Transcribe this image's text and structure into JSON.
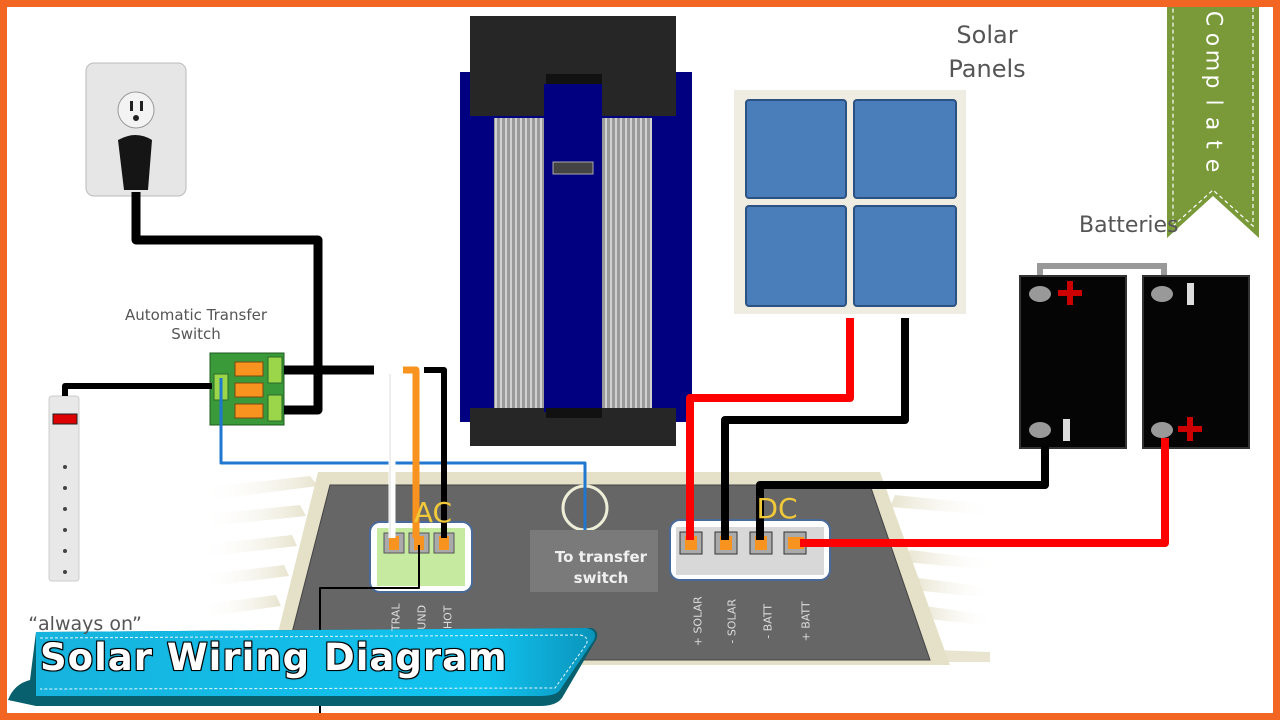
{
  "title": "Solar Wiring Diagram",
  "ribbon": {
    "label": "Complate",
    "letters": [
      "C",
      "o",
      "m",
      "p",
      "l",
      "a",
      "t",
      "e"
    ],
    "color": "#7a9a3a"
  },
  "labels": {
    "solar_panels": [
      "Solar",
      "Panels"
    ],
    "batteries": "Batteries",
    "transfer_switch": [
      "Automatic Transfer",
      "Switch"
    ],
    "always_on": "“always on”",
    "to_transfer_switch": [
      "To transfer",
      "switch"
    ],
    "ac_block": "AC",
    "dc_block": "DC",
    "ac_terminals": [
      "NEUTRAL",
      "GROUND",
      "HOT"
    ],
    "ac_terminals_visible": [
      "TRAL",
      "UND",
      "HOT"
    ],
    "dc_terminals": [
      "+ SOLAR",
      "- SOLAR",
      "- BATT",
      "+ BATT"
    ]
  },
  "components": [
    {
      "id": "wall-outlet",
      "name": "Wall outlet with plug"
    },
    {
      "id": "power-strip",
      "name": "Power strip (always on)"
    },
    {
      "id": "transfer-switch",
      "name": "Automatic Transfer Switch"
    },
    {
      "id": "inverter",
      "name": "Inverter / charge controller"
    },
    {
      "id": "solar-panels",
      "name": "Solar Panels",
      "cells": 4
    },
    {
      "id": "batteries",
      "name": "Batteries",
      "count": 2
    }
  ],
  "colors": {
    "frame": "#f26522",
    "banner": "#1bb6e0",
    "wire_positive": "#ff0000",
    "wire_negative": "#000000",
    "wire_ground": "#f7931e",
    "wire_neutral": "#ffffff",
    "wire_signal": "#1f77d0",
    "panel_cell": "#4a7ebb",
    "inverter_blue": "#000080",
    "terminal": "#f7931e",
    "ac_label": "#f0c93a"
  }
}
